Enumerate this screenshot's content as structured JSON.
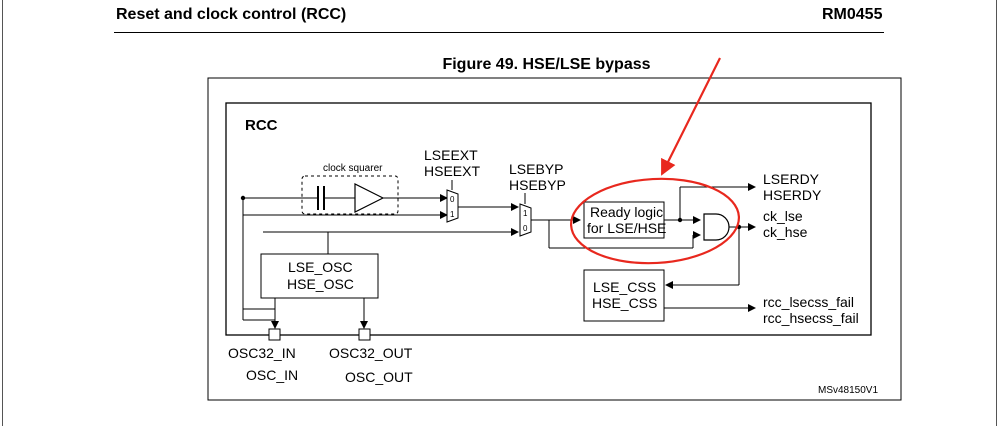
{
  "header": {
    "section_title": "Reset and clock control (RCC)",
    "doc_ref": "RM0455"
  },
  "figure": {
    "title": "Figure 49. HSE/LSE bypass",
    "block_label": "RCC",
    "clock_squarer": "clock squarer",
    "ext_line1": "LSEEXT",
    "ext_line2": "HSEEXT",
    "byp_line1": "LSEBYP",
    "byp_line2": "HSEBYP",
    "mux1_top": "0",
    "mux1_bot": "1",
    "mux2_top": "1",
    "mux2_bot": "0",
    "ready_line1": "Ready logic",
    "ready_line2": "for LSE/HSE",
    "rdy_line1": "LSERDY",
    "rdy_line2": "HSERDY",
    "ck_line1": "ck_lse",
    "ck_line2": "ck_hse",
    "osc_line1": "LSE_OSC",
    "osc_line2": "HSE_OSC",
    "css_line1": "LSE_CSS",
    "css_line2": "HSE_CSS",
    "fail_line1": "rcc_lsecss_fail",
    "fail_line2": "rcc_hsecss_fail",
    "pin_in_line1": "OSC32_IN",
    "pin_in_line2": "OSC_IN",
    "pin_out_line1": "OSC32_OUT",
    "pin_out_line2": "OSC_OUT",
    "ref_code": "MSv48150V1"
  },
  "colors": {
    "annotation_red": "#e8281e",
    "line": "#000000"
  }
}
